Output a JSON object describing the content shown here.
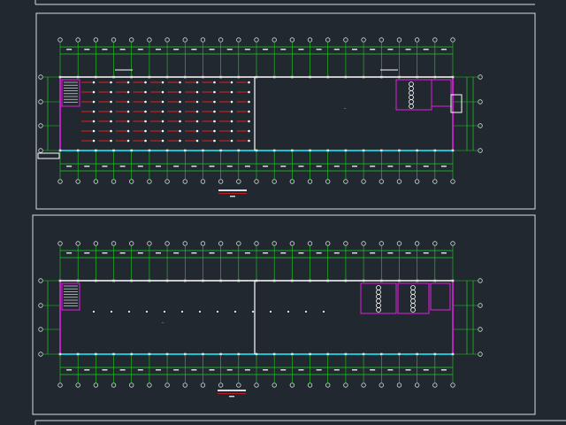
{
  "colors": {
    "background": "#212830",
    "frame": "#d8dde3",
    "axis_line": "#1fd21f",
    "wall": "#ffffff",
    "window": "#18d8e8",
    "column": "#e0e0e0",
    "stair": "#e020e0",
    "furniture": "#e02020",
    "annotation": "#ffffff"
  },
  "plans": [
    {
      "name": "plan-upper",
      "layout": "classroom-furniture"
    },
    {
      "name": "plan-lower",
      "layout": "open-floor"
    }
  ],
  "axis_bubble_count": 23,
  "side_bubble_count": 4,
  "room_tags": [
    "··",
    "··"
  ]
}
